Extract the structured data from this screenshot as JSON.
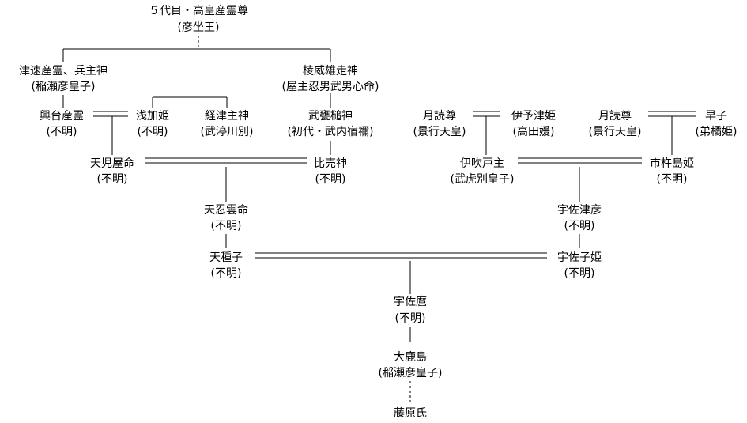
{
  "persons": {
    "p01": {
      "name": "５代目・高皇産霊尊",
      "sub": "(彦坐王)"
    },
    "p02": {
      "name": "津速産霊、兵主神",
      "sub": "(稲瀬彦皇子)"
    },
    "p03": {
      "name": "棱威雄走神",
      "sub": "(屋主忍男武男心命)"
    },
    "p04": {
      "name": "興台産霊",
      "sub": "(不明)"
    },
    "p05": {
      "name": "浅加姫",
      "sub": "(不明)"
    },
    "p06": {
      "name": "経津主神",
      "sub": "(武渟川別)"
    },
    "p07": {
      "name": "武甕槌神",
      "sub": "(初代・武内宿禰)"
    },
    "p08": {
      "name": "月読尊",
      "sub": "(景行天皇)"
    },
    "p09": {
      "name": "伊予津姫",
      "sub": "(高田媛)"
    },
    "p10": {
      "name": "月読尊",
      "sub": "(景行天皇)"
    },
    "p11": {
      "name": "早子",
      "sub": "(弟橘姫)"
    },
    "p12": {
      "name": "天児屋命",
      "sub": "(不明)"
    },
    "p13": {
      "name": "比売神",
      "sub": "(不明)"
    },
    "p14": {
      "name": "伊吹戸主",
      "sub": "(武虎別皇子)"
    },
    "p15": {
      "name": "市杵島姫",
      "sub": "(不明)"
    },
    "p16": {
      "name": "天忍雲命",
      "sub": "(不明)"
    },
    "p17": {
      "name": "宇佐津彦",
      "sub": "(不明)"
    },
    "p18": {
      "name": "天種子",
      "sub": "(不明)"
    },
    "p19": {
      "name": "宇佐子姫",
      "sub": "(不明)"
    },
    "p20": {
      "name": "宇佐麿",
      "sub": "(不明)"
    },
    "p21": {
      "name": "大鹿島",
      "sub": "(稲瀬彦皇子)"
    },
    "p22": {
      "name": "藤原氏",
      "sub": ""
    }
  }
}
